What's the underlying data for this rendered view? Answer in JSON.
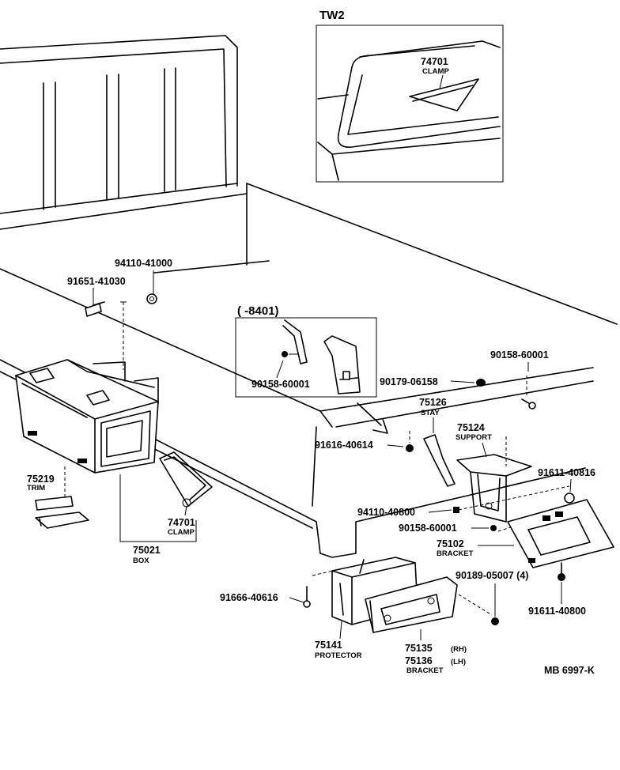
{
  "inset_top": {
    "title": "TW2",
    "part": "74701",
    "name": "CLAMP"
  },
  "inset_detail": {
    "title": "(      -8401)",
    "part": "90158-60001"
  },
  "parts": {
    "p94110_41000": "94110-41000",
    "p91651_41030": "91651-41030",
    "p75219": "75219",
    "n_trim": "TRIM",
    "p74701": "74701",
    "n_clamp": "CLAMP",
    "p75021": "75021",
    "n_box": "BOX",
    "p90158_60001_a": "90158-60001",
    "p90179_06158": "90179-06158",
    "p75126": "75126",
    "n_stay": "STAY",
    "p75124": "75124",
    "n_support": "SUPPORT",
    "p91616_40614": "91616-40614",
    "p91611_40816": "91611-40816",
    "p94110_40800": "94110-40800",
    "p90158_60001_b": "90158-60001",
    "p75102": "75102",
    "n_bracket_a": "BRACKET",
    "p90189_05007": "90189-05007 (4)",
    "p91611_40800": "91611-40800",
    "p91666_40616": "91666-40616",
    "p75141": "75141",
    "n_protector": "PROTECTOR",
    "p75135": "75135",
    "rh": "(RH)",
    "p75136": "75136",
    "lh": "(LH)",
    "n_bracket_b": "BRACKET"
  },
  "catalog_code": "MB 6997-K"
}
